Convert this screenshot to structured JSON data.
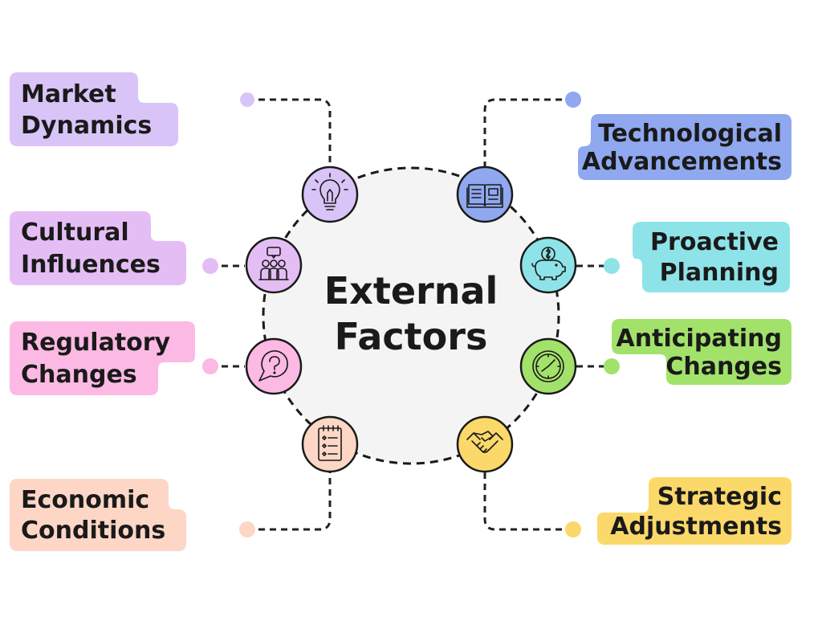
{
  "center": {
    "line1": "External",
    "line2": "Factors"
  },
  "factors": [
    {
      "line1": "Market",
      "line2": "Dynamics",
      "color": "#d9c4f7",
      "icon": "lightbulb-icon"
    },
    {
      "line1": "Cultural",
      "line2": "Influences",
      "color": "#e5bdf5",
      "icon": "people-icon"
    },
    {
      "line1": "Regulatory",
      "line2": "Changes",
      "color": "#fbb9e3",
      "icon": "question-bubble-icon"
    },
    {
      "line1": "Economic",
      "line2": "Conditions",
      "color": "#fdd6c6",
      "icon": "checklist-icon"
    },
    {
      "line1": "Technological",
      "line2": "Advancements",
      "color": "#8fa8ef",
      "icon": "book-icon"
    },
    {
      "line1": "Proactive",
      "line2": "Planning",
      "color": "#8ee3e8",
      "icon": "piggy-bank-icon"
    },
    {
      "line1": "Anticipating",
      "line2": "Changes",
      "color": "#a3e26a",
      "icon": "clock-icon"
    },
    {
      "line1": "Strategic",
      "line2": "Adjustments",
      "color": "#fbd86a",
      "icon": "handshake-icon"
    }
  ],
  "colors": {
    "center_fill": "#f4f4f4",
    "stroke": "#1a1a1a"
  }
}
